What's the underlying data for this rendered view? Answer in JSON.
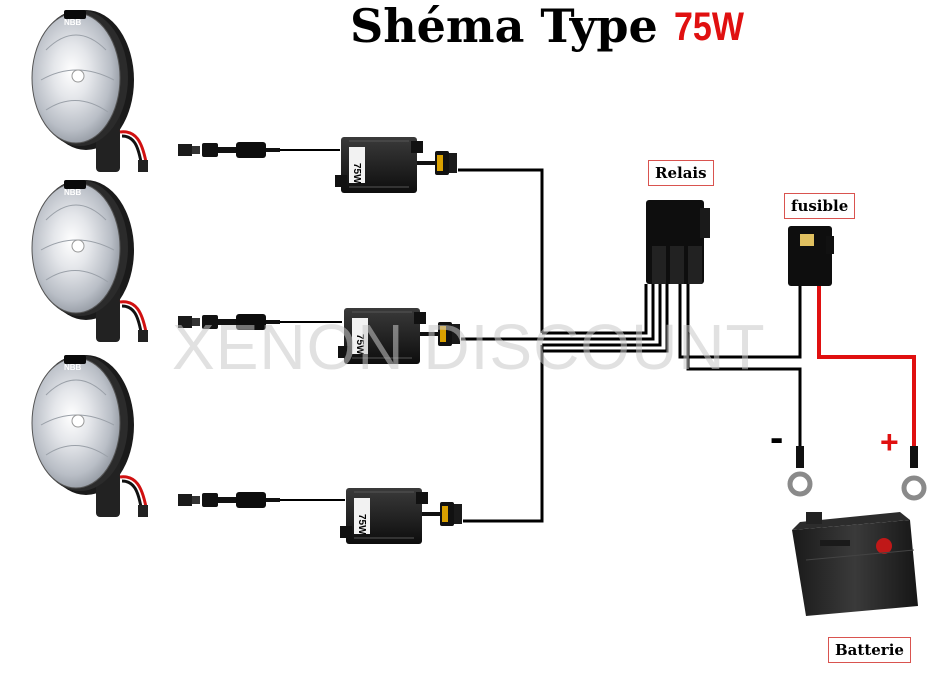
{
  "title": {
    "text": "Shéma Type",
    "watt": "75W"
  },
  "watermark": "XENON DISCOUNT",
  "lamp_brand": "NBB",
  "ballast_label": "75W",
  "labels": {
    "relay": "Relais",
    "fuse": "fusible",
    "battery": "Batterie",
    "negative": "-",
    "positive": "+"
  },
  "colors": {
    "title_watt": "#e01010",
    "label_border": "#d9534f",
    "wire_black": "#000000",
    "wire_red": "#e01010",
    "watermark": "#c8c8c8"
  }
}
